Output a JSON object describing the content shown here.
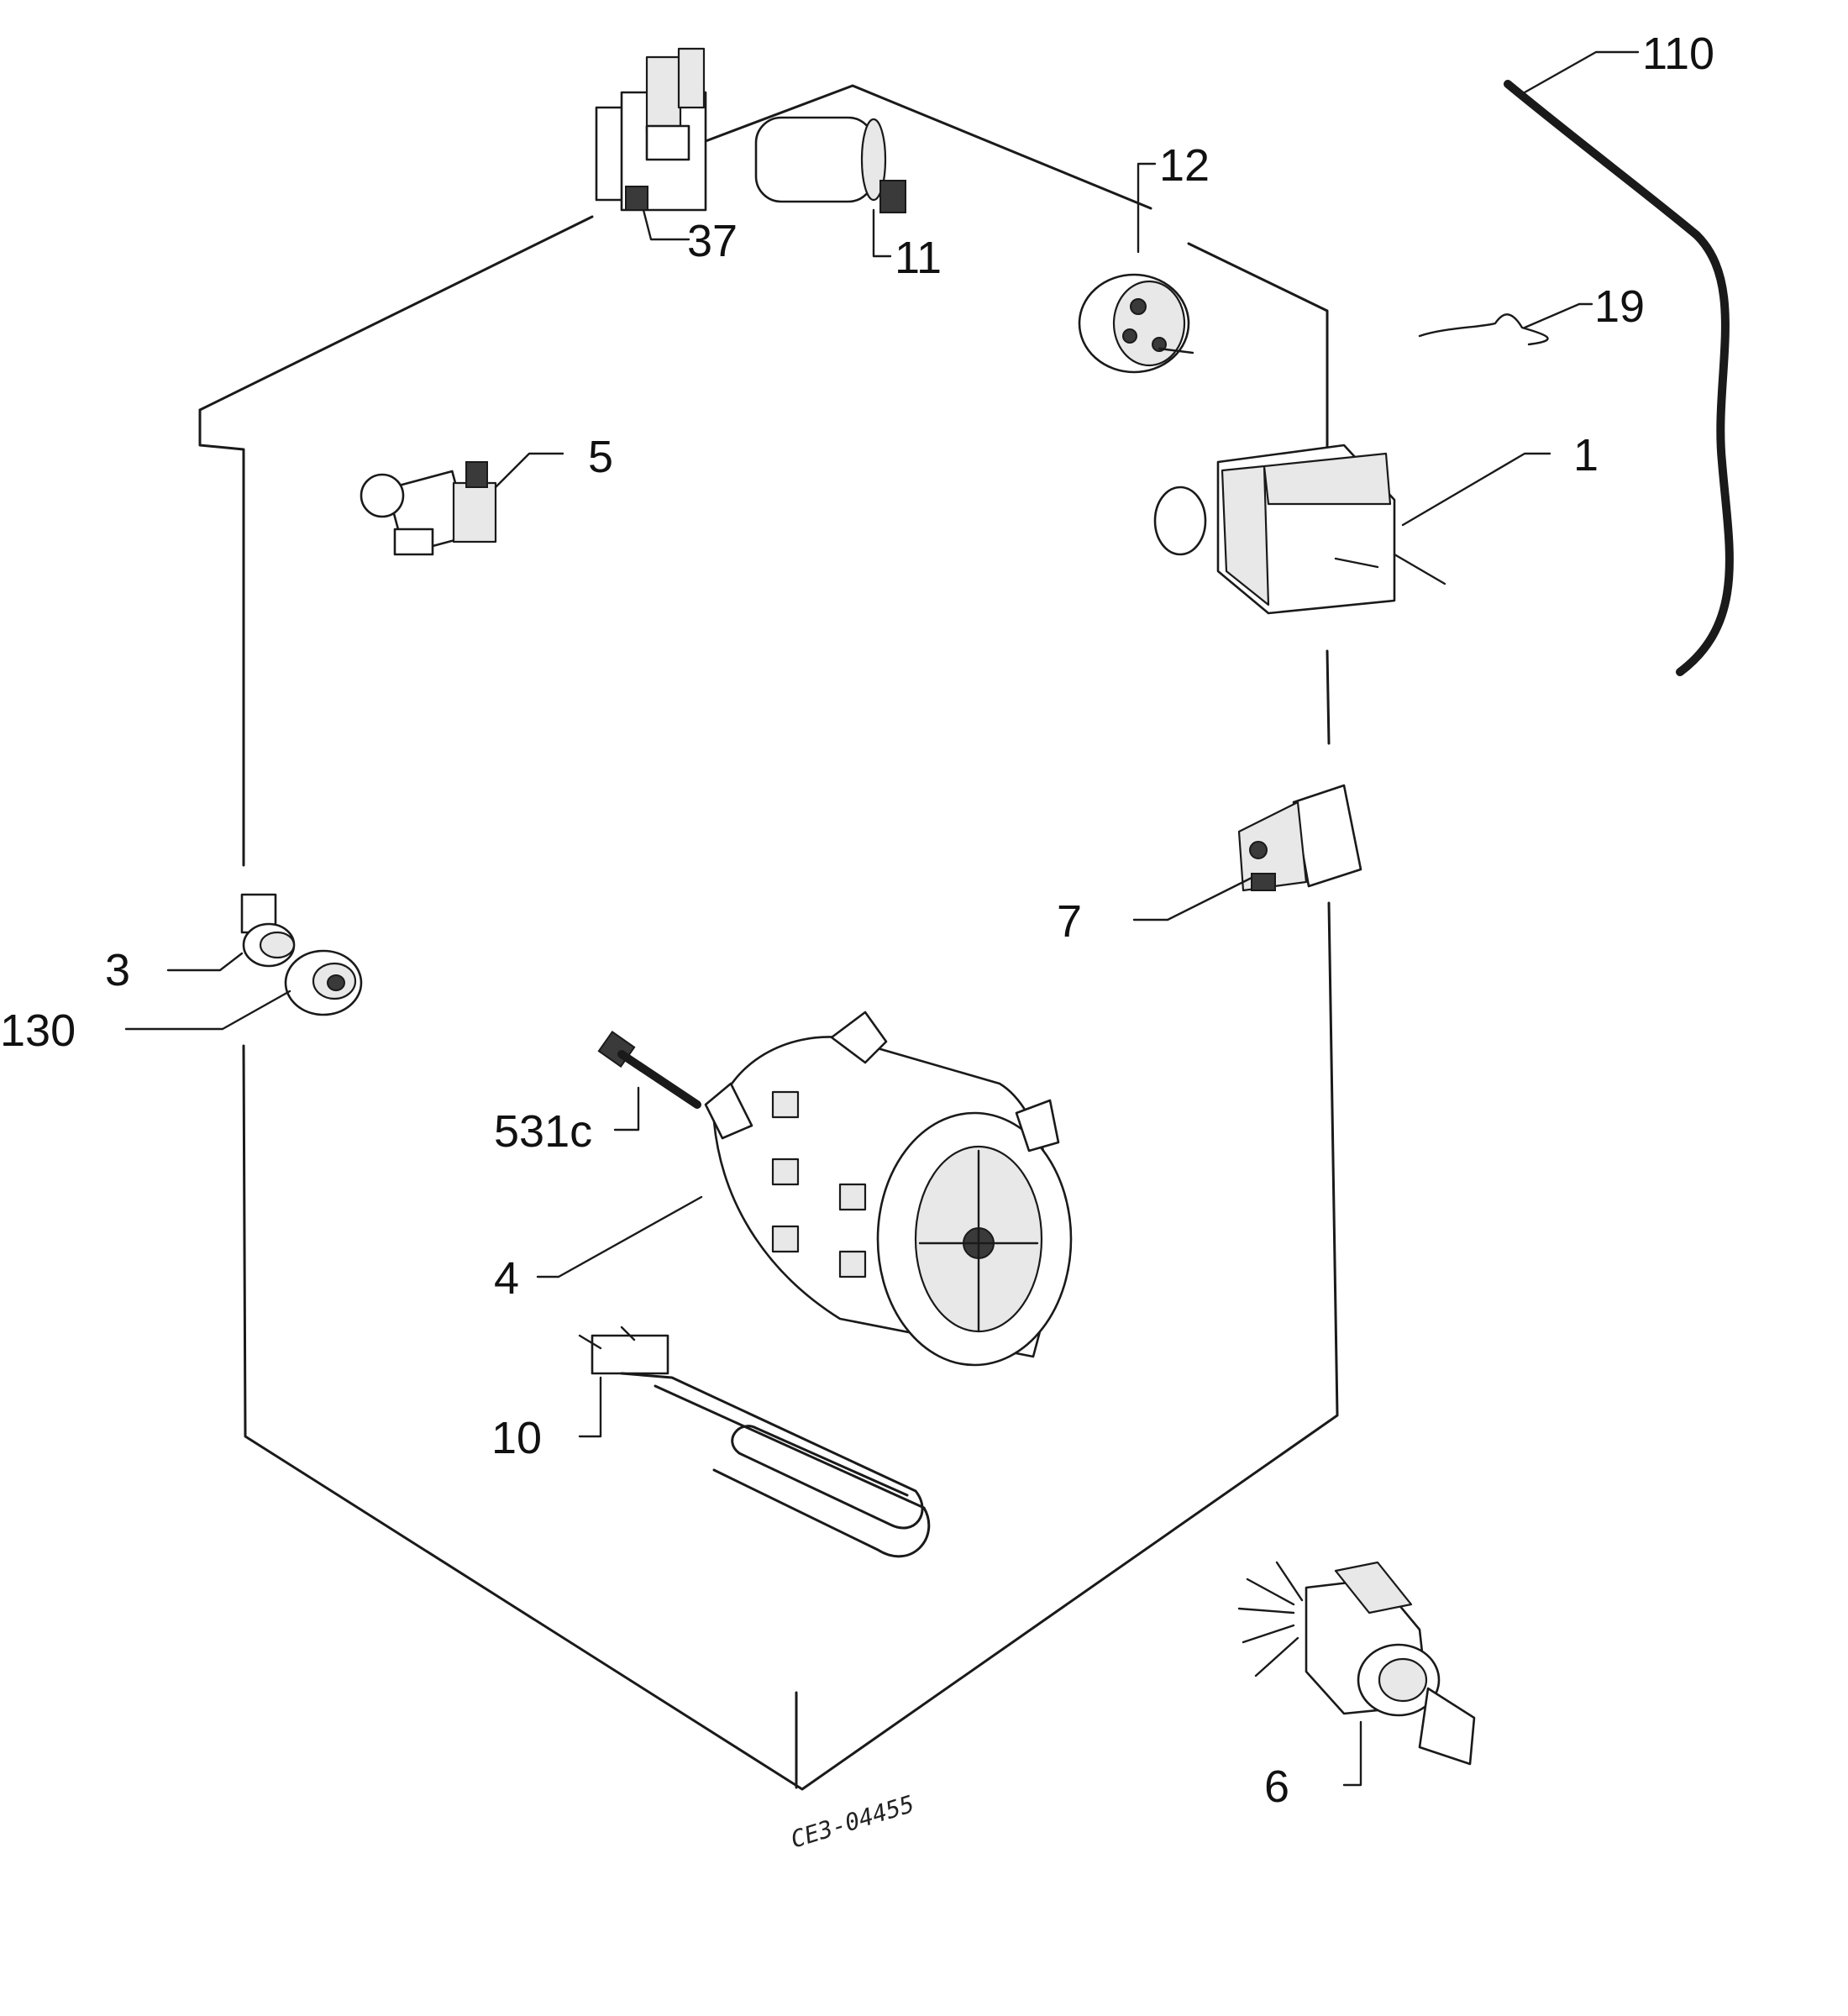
{
  "diagram": {
    "drawing_code": "CE3-04455",
    "labels": [
      {
        "id": "l110",
        "text": "110"
      },
      {
        "id": "l12",
        "text": "12"
      },
      {
        "id": "l37",
        "text": "37"
      },
      {
        "id": "l11",
        "text": "11"
      },
      {
        "id": "l19",
        "text": "19"
      },
      {
        "id": "l5",
        "text": "5"
      },
      {
        "id": "l1",
        "text": "1"
      },
      {
        "id": "l7",
        "text": "7"
      },
      {
        "id": "l3",
        "text": "3"
      },
      {
        "id": "l130",
        "text": "130"
      },
      {
        "id": "l531c",
        "text": "531c"
      },
      {
        "id": "l4",
        "text": "4"
      },
      {
        "id": "l10",
        "text": "10"
      },
      {
        "id": "l6",
        "text": "6"
      }
    ]
  }
}
